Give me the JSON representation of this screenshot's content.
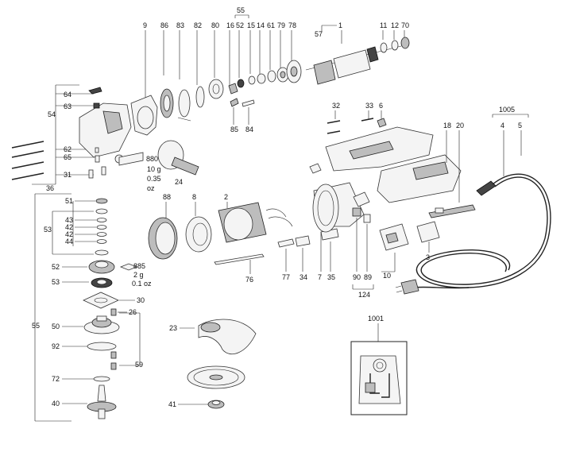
{
  "part_numbers": {
    "p1": "1",
    "p2": "2",
    "p3": "3",
    "p4": "4",
    "p5": "5",
    "p6": "6",
    "p7": "7",
    "p8": "8",
    "p9": "9",
    "p10": "10",
    "p11": "11",
    "p12": "12",
    "p14": "14",
    "p15": "15",
    "p16": "16",
    "p18": "18",
    "p20": "20",
    "p23": "23",
    "p24": "24",
    "p26": "26",
    "p30": "30",
    "p31": "31",
    "p32": "32",
    "p33": "33",
    "p34": "34",
    "p35": "35",
    "p36": "36",
    "p40": "40",
    "p41": "41",
    "p42a": "42",
    "p42b": "42",
    "p43": "43",
    "p44": "44",
    "p50": "50",
    "p51": "51",
    "p52a": "52",
    "p52b": "52",
    "p53a": "53",
    "p53b": "53",
    "p54": "54",
    "p55a": "55",
    "p55b": "55",
    "p57": "57",
    "p59": "59",
    "p61": "61",
    "p62": "62",
    "p63": "63",
    "p64": "64",
    "p65": "65",
    "p70": "70",
    "p72": "72",
    "p76": "76",
    "p77": "77",
    "p78": "78",
    "p79": "79",
    "p80": "80",
    "p82": "82",
    "p83": "83",
    "p84": "84",
    "p85": "85",
    "p86": "86",
    "p88": "88",
    "p89": "89",
    "p90": "90",
    "p92": "92",
    "p124": "124",
    "p1001": "1001",
    "p1005": "1005"
  },
  "lubricant_880": {
    "code": "880",
    "qty": "10 g",
    "qty_oz": "0.35",
    "unit_oz": "oz"
  },
  "lubricant_885": {
    "code": "885",
    "qty": "2 g",
    "qty_oz": "0.1 oz"
  }
}
